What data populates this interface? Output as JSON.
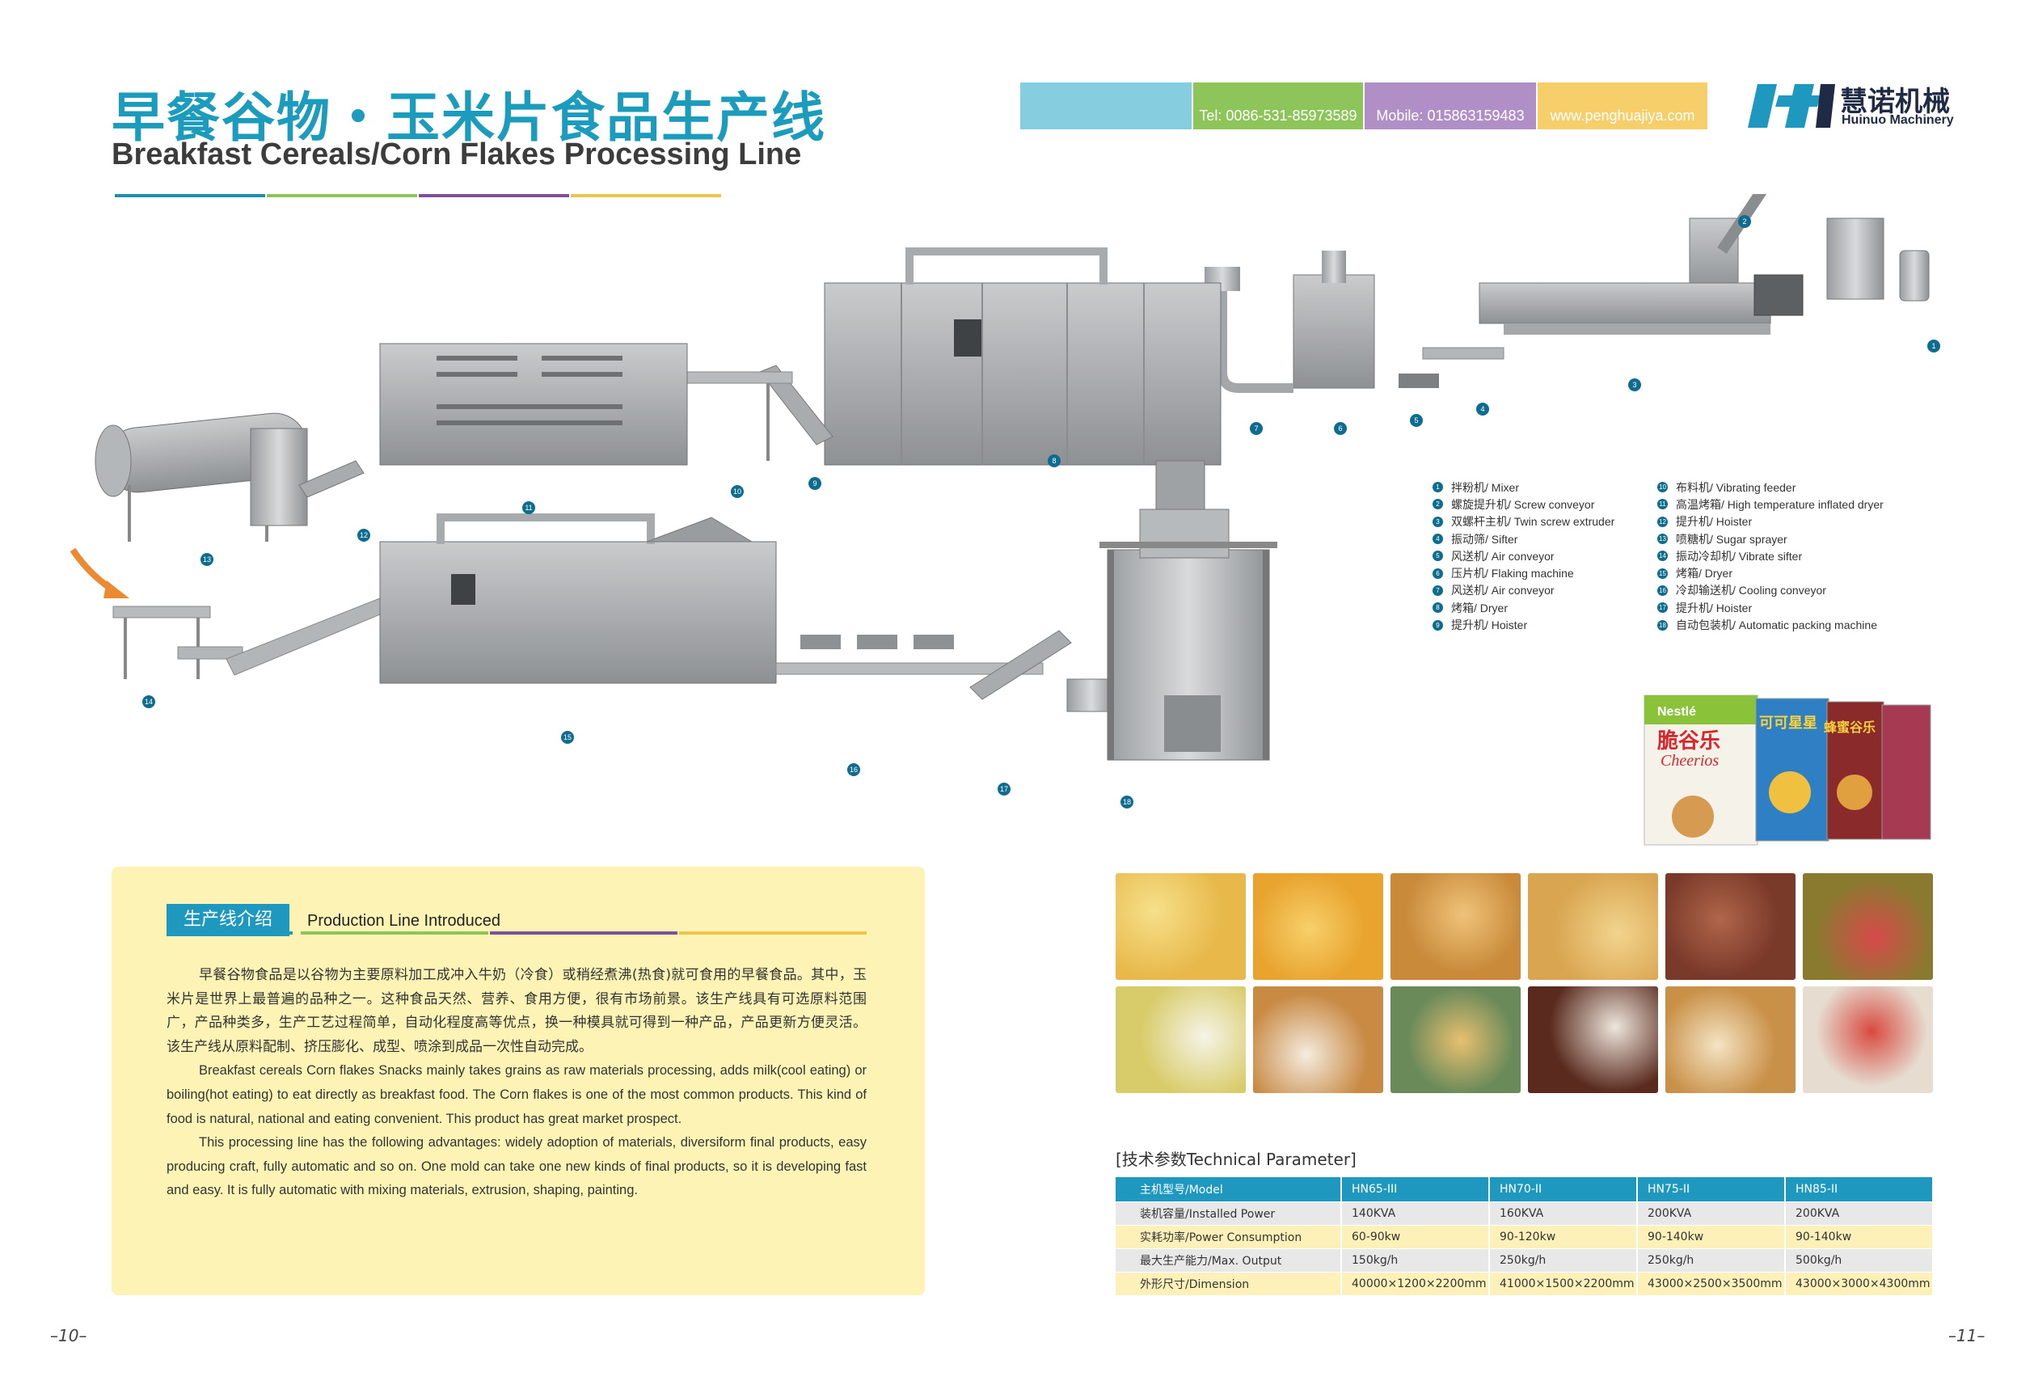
{
  "header": {
    "title_cn": "早餐谷物・玉米片食品生产线",
    "title_en": "Breakfast Cereals/Corn Flakes Processing Line",
    "rule_colors": [
      "#1f8fb0",
      "#8dc55a",
      "#7f4f9c",
      "#efc44a"
    ]
  },
  "contact": {
    "tel": "Tel: 0086-531-85973589",
    "mobile": "Mobile: 015863159483",
    "website": "www.penghuajiya.com",
    "colors": [
      "#86cde0",
      "#8dc55a",
      "#b08fc6",
      "#f6cf6a"
    ]
  },
  "logo": {
    "name_cn": "慧诺机械",
    "name_en": "Huinuo Machinery"
  },
  "legend": {
    "items": [
      {
        "num": "1",
        "label": "拌粉机/ Mixer"
      },
      {
        "num": "2",
        "label": "螺旋提升机/ Screw conveyor"
      },
      {
        "num": "3",
        "label": "双螺杆主机/ Twin screw extruder"
      },
      {
        "num": "4",
        "label": "振动筛/ Sifter"
      },
      {
        "num": "5",
        "label": "风送机/ Air conveyor"
      },
      {
        "num": "6",
        "label": "压片机/ Flaking machine"
      },
      {
        "num": "7",
        "label": "风送机/ Air conveyor"
      },
      {
        "num": "8",
        "label": "烤箱/ Dryer"
      },
      {
        "num": "9",
        "label": "提升机/ Hoister"
      },
      {
        "num": "10",
        "label": "布料机/ Vibrating feeder"
      },
      {
        "num": "11",
        "label": "高温烤箱/ High temperature inflated dryer"
      },
      {
        "num": "12",
        "label": "提升机/ Hoister"
      },
      {
        "num": "13",
        "label": "喷糖机/ Sugar sprayer"
      },
      {
        "num": "14",
        "label": "振动冷却机/ Vibrate sifter"
      },
      {
        "num": "15",
        "label": "烤箱/ Dryer"
      },
      {
        "num": "16",
        "label": "冷却输送机/ Cooling conveyor"
      },
      {
        "num": "17",
        "label": "提升机/ Hoister"
      },
      {
        "num": "18",
        "label": "自动包装机/ Automatic packing machine"
      }
    ]
  },
  "intro": {
    "heading_cn": "生产线介绍",
    "heading_en": "Production Line Introduced",
    "para_cn": "早餐谷物食品是以谷物为主要原料加工成冲入牛奶（冷食）或稍经煮沸(热食)就可食用的早餐食品。其中，玉米片是世界上最普遍的品种之一。这种食品天然、营养、食用方便，很有市场前景。该生产线具有可选原料范围广，产品种类多，生产工艺过程简单，自动化程度高等优点，换一种模具就可得到一种产品，产品更新方便灵活。该生产线从原料配制、挤压膨化、成型、喷涂到成品一次性自动完成。",
    "para_en1": "Breakfast cereals Corn flakes Snacks mainly takes grains as raw materials processing, adds milk(cool eating) or boiling(hot eating) to eat directly as breakfast food. The Corn flakes is one of the most common products. This kind of food is natural, national and eating convenient. This product has great market prospect.",
    "para_en2": "This processing line has the following advantages: widely adoption of materials, diversiform final products, easy producing craft, fully automatic and so on. One mold can take one new kinds of final products, so it is developing fast and easy. It is fully automatic with mixing materials, extrusion, shaping, painting."
  },
  "package": {
    "brand": "Nestlé",
    "box1_cn": "脆谷乐",
    "box1_en": "Cheerios",
    "box2_cn": "可可星星",
    "box3_cn": "蜂蜜谷乐"
  },
  "photos": [
    {
      "name": "corn-flakes-bowl",
      "bg": "#e8b84a",
      "accent": "#f6e08a"
    },
    {
      "name": "corn-flakes-pile",
      "bg": "#e9a42f",
      "accent": "#f7d06a"
    },
    {
      "name": "frosted-flakes",
      "bg": "#c98a3a",
      "accent": "#efc37a"
    },
    {
      "name": "honey-rings",
      "bg": "#d9a550",
      "accent": "#f2d48e"
    },
    {
      "name": "chocolate-squares",
      "bg": "#7a3a2a",
      "accent": "#b0664a"
    },
    {
      "name": "fruit-loops",
      "bg": "#8a7a30",
      "accent": "#d64a4a"
    },
    {
      "name": "flakes-milk-splash",
      "bg": "#d8cc6a",
      "accent": "#f6f4e8"
    },
    {
      "name": "flakes-milk-bowl",
      "bg": "#c98a44",
      "accent": "#f4ece0"
    },
    {
      "name": "flakes-spoon",
      "bg": "#6a8a5a",
      "accent": "#e8c070"
    },
    {
      "name": "cocoa-balls-milk",
      "bg": "#5a2a1e",
      "accent": "#eee6dc"
    },
    {
      "name": "rings-milk",
      "bg": "#c99048",
      "accent": "#f4e4c4"
    },
    {
      "name": "rings-strawberry",
      "bg": "#e6dcd0",
      "accent": "#d84a40"
    }
  ],
  "tech": {
    "title": "[技术参数Technical Parameter]",
    "rows": [
      {
        "label": "主机型号/Model",
        "values": [
          "HN65-III",
          "HN70-II",
          "HN75-II",
          "HN85-II"
        ]
      },
      {
        "label": "装机容量/Installed Power",
        "values": [
          "140KVA",
          "160KVA",
          "200KVA",
          "200KVA"
        ]
      },
      {
        "label": "实耗功率/Power Consumption",
        "values": [
          "60-90kw",
          "90-120kw",
          "90-140kw",
          "90-140kw"
        ]
      },
      {
        "label": "最大生产能力/Max. Output",
        "values": [
          "150kg/h",
          "250kg/h",
          "250kg/h",
          "500kg/h"
        ]
      },
      {
        "label": "外形尺寸/Dimension",
        "values": [
          "40000×1200×2200mm",
          "41000×1500×2200mm",
          "43000×2500×3500mm",
          "43000×3000×4300mm"
        ]
      }
    ]
  },
  "pages": {
    "left": "10",
    "right": "11"
  }
}
